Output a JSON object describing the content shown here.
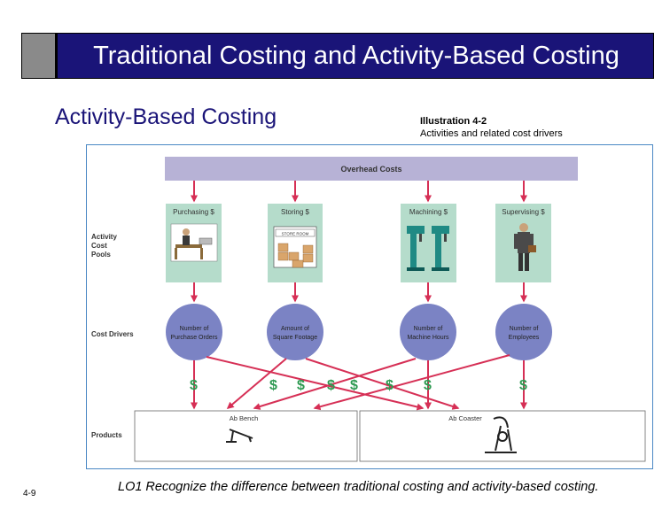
{
  "header": {
    "title": "Traditional Costing and Activity-Based Costing"
  },
  "subtitle": "Activity-Based Costing",
  "illustration": {
    "number": "Illustration 4-2",
    "caption": "Activities and related cost drivers"
  },
  "diagram": {
    "overhead_label": "Overhead Costs",
    "row_labels": {
      "activity_cost_pools": [
        "Activity",
        "Cost",
        "Pools"
      ],
      "cost_drivers": "Cost Drivers",
      "products": "Products"
    },
    "pools": [
      "Purchasing $",
      "Storing $",
      "Machining $",
      "Supervising $"
    ],
    "store_sign": "STORE ROOM",
    "drivers": [
      [
        "Number of",
        "Purchase Orders"
      ],
      [
        "Amount of",
        "Square Footage"
      ],
      [
        "Number of",
        "Machine Hours"
      ],
      [
        "Number of",
        "Employees"
      ]
    ],
    "dollar_sign": "$",
    "products": [
      "Ab Bench",
      "Ab Coaster"
    ],
    "colors": {
      "overhead": "#b7b2d6",
      "pool": "#b5dccb",
      "driver": "#7b83c4",
      "arrow": "#d62f55",
      "dollar": "#2e9a52",
      "border": "#4a88c4"
    }
  },
  "footer": {
    "page": "4-9",
    "objective": "LO1  Recognize the difference between traditional costing and activity-based costing."
  }
}
